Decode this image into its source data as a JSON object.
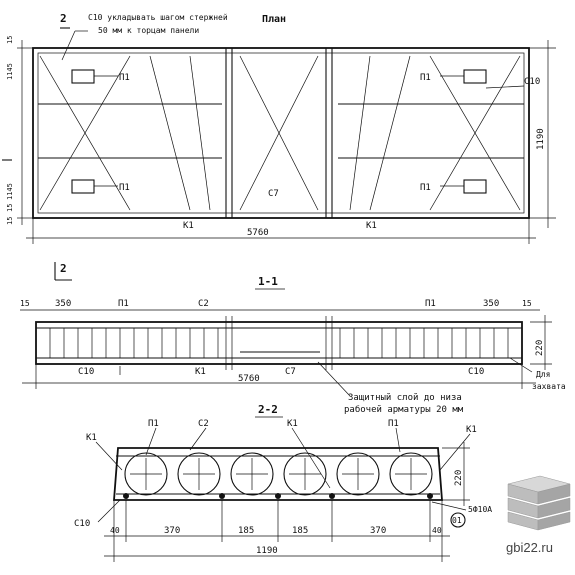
{
  "plan": {
    "title": "План",
    "note_line1": "С10 укладывать шагом стержней",
    "note_line2": "50 мм к торцам панели",
    "section_mark": "2",
    "length": "5760",
    "width": "1190",
    "dim_15a": "15",
    "dim_1145": "1145",
    "dim_15b": "15",
    "dim_1145b": "1145",
    "dim_15c": "15",
    "mark_p1": "П1",
    "mark_c10": "С10",
    "mark_c7": "С7",
    "mark_k1": "К1"
  },
  "section11": {
    "title": "1-1",
    "dim_15": "15",
    "dim_350": "350",
    "dim_350r": "350",
    "dim_15r": "15",
    "length": "5760",
    "height": "220",
    "mark_p1": "П1",
    "mark_c2": "С2",
    "mark_c10": "С10",
    "mark_k1": "К1",
    "mark_c7": "С7",
    "note_line1": "Защитный слой до низа",
    "note_line2": "рабочей арматуры 20 мм",
    "grip_line1": "Для",
    "grip_line2": "захвата"
  },
  "section22": {
    "title": "2-2",
    "mark_k1": "К1",
    "mark_p1": "П1",
    "mark_c2": "С2",
    "mark_c10": "С10",
    "dim_40": "40",
    "dim_370": "370",
    "dim_185": "185",
    "dim_185b": "185",
    "dim_370b": "370",
    "dim_40b": "40",
    "width": "1190",
    "height": "220",
    "rebar_note": "5Ф10А",
    "pos_mark": "01"
  },
  "watermark": {
    "site": "gbi22.ru"
  }
}
